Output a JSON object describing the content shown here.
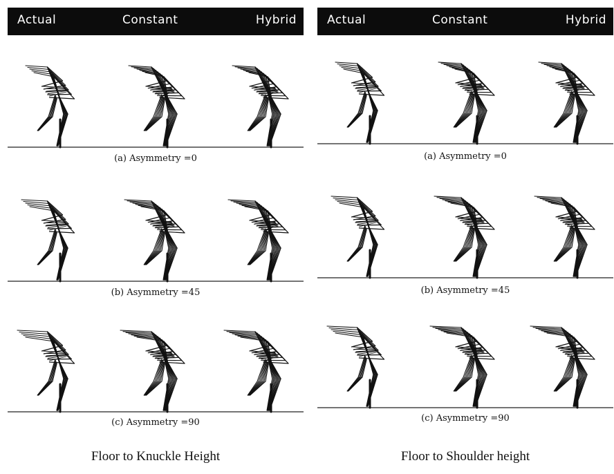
{
  "panels": [
    {
      "title": "Floor to Knuckle Height",
      "columns": [
        "Actual",
        "Constant",
        "Hybrid"
      ],
      "rows": [
        {
          "caption": "(a) Asymmetry =0"
        },
        {
          "caption": "(b) Asymmetry =45"
        },
        {
          "caption": "(c) Asymmetry =90"
        }
      ]
    },
    {
      "title": "Floor to Shoulder height",
      "columns": [
        "Actual",
        "Constant",
        "Hybrid"
      ],
      "rows": [
        {
          "caption": "(a) Asymmetry =0"
        },
        {
          "caption": "(b) Asymmetry =45"
        },
        {
          "caption": "(c) Asymmetry =90"
        }
      ]
    }
  ]
}
